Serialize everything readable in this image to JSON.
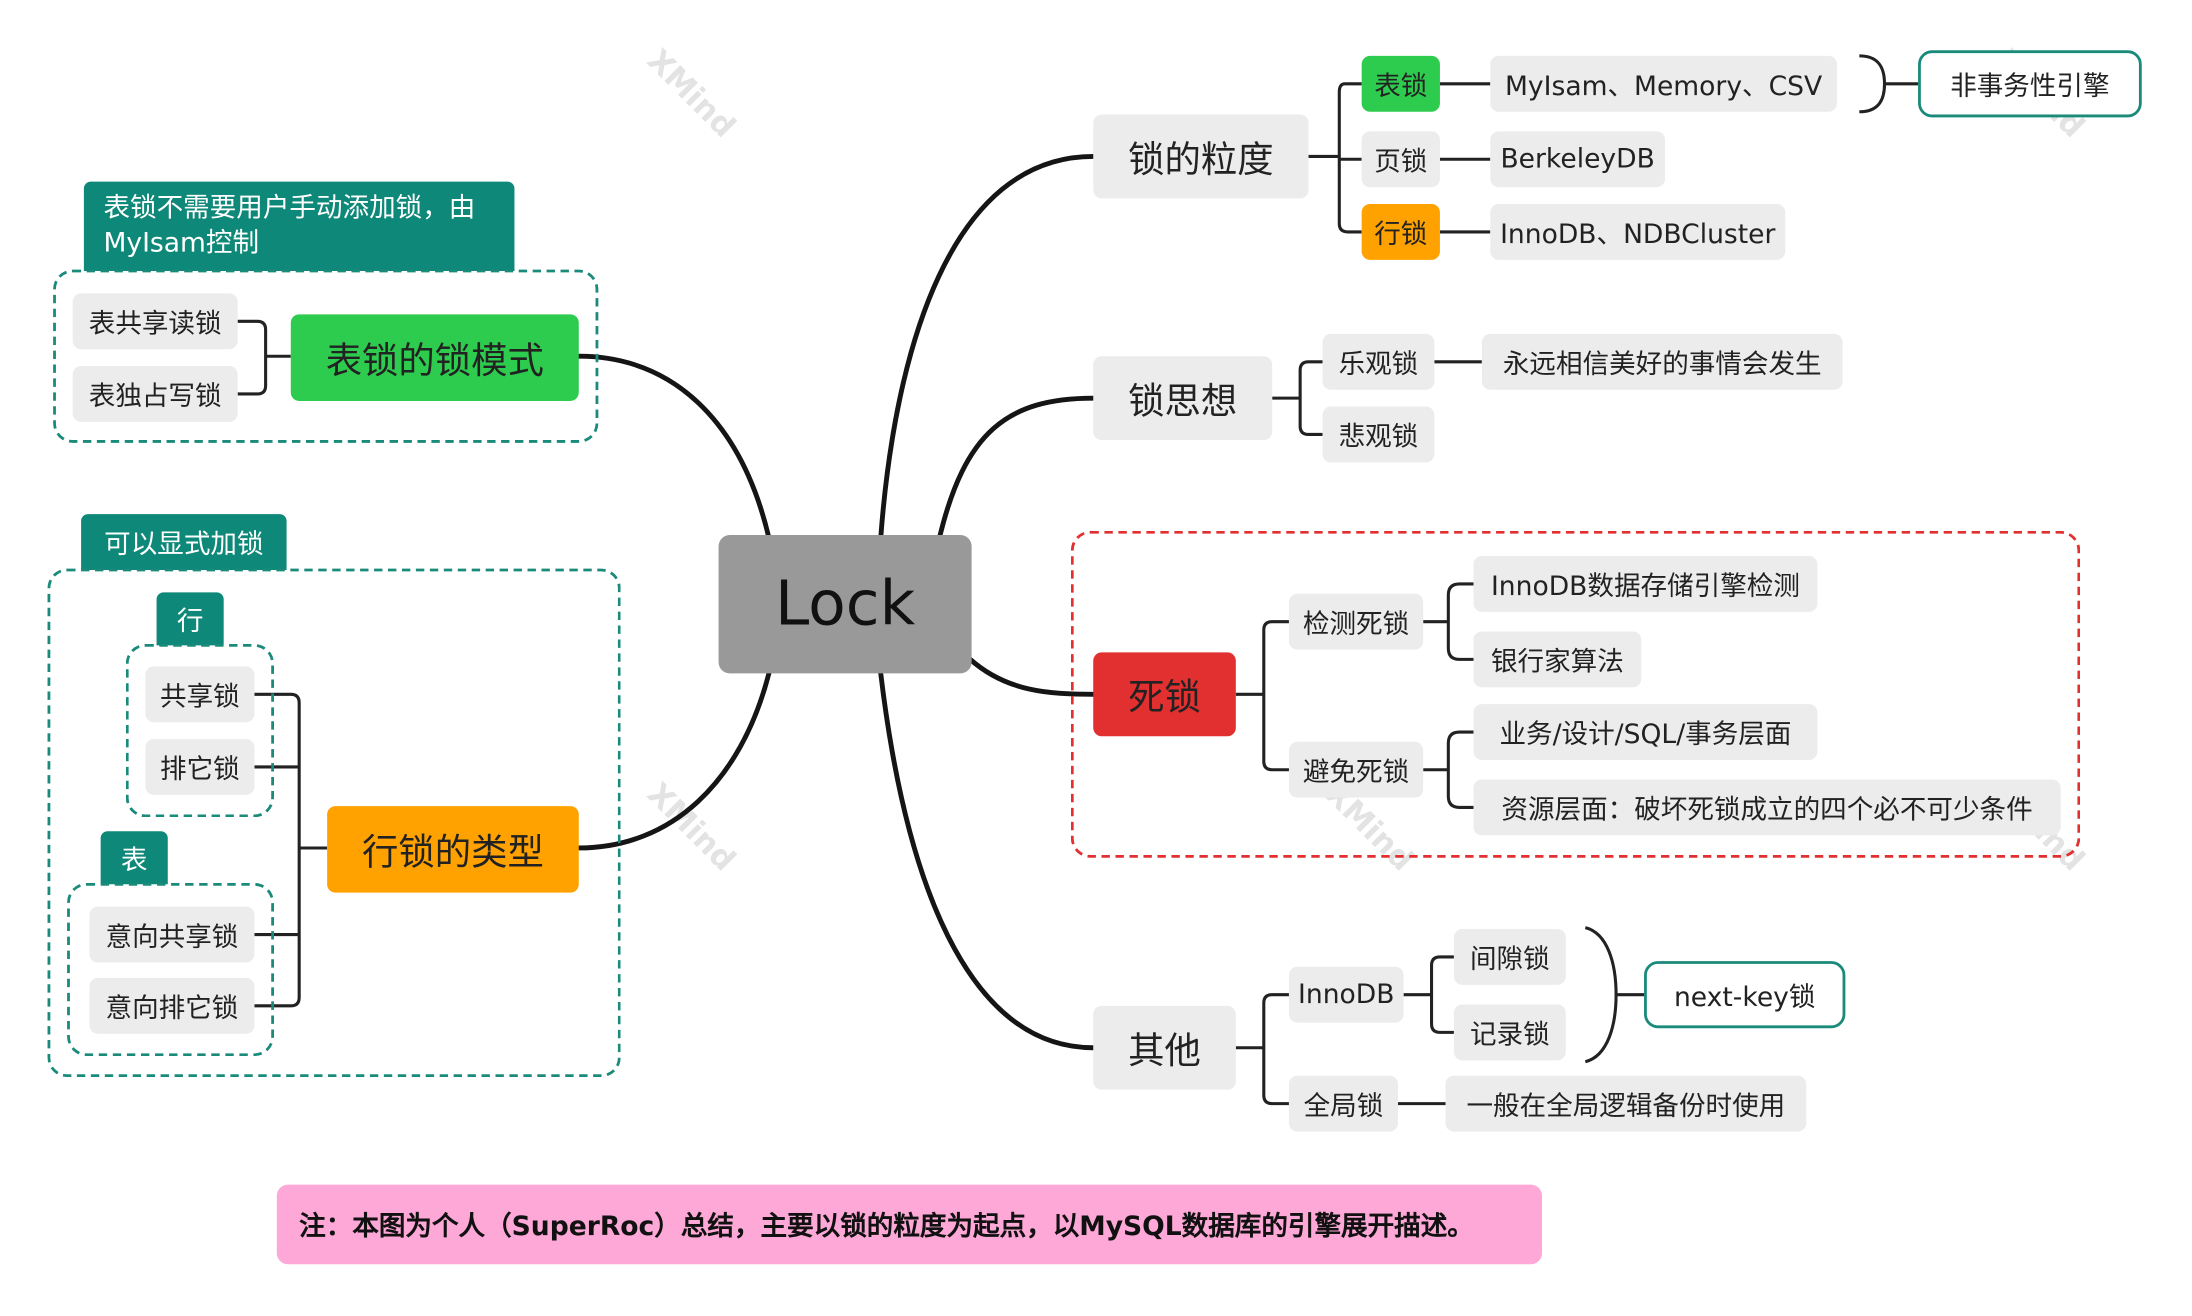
{
  "root": "Lock",
  "granularity": {
    "title": "锁的粒度",
    "table_lock": "表锁",
    "table_engines": "MyIsam、Memory、CSV",
    "non_tx_engine": "非事务性引擎",
    "page_lock": "页锁",
    "page_engines": "BerkeleyDB",
    "row_lock": "行锁",
    "row_engines": "InnoDB、NDBCluster"
  },
  "idea": {
    "title": "锁思想",
    "optimistic": "乐观锁",
    "optimistic_note": "永远相信美好的事情会发生",
    "pessimistic": "悲观锁"
  },
  "deadlock": {
    "title": "死锁",
    "detect": "检测死锁",
    "detect_1": "InnoDB数据存储引擎检测",
    "detect_2": "银行家算法",
    "avoid": "避免死锁",
    "avoid_1": "业务/设计/SQL/事务层面",
    "avoid_2": "资源层面：破坏死锁成立的四个必不可少条件"
  },
  "other": {
    "title": "其他",
    "innodb": "InnoDB",
    "gap_lock": "间隙锁",
    "record_lock": "记录锁",
    "next_key": "next-key锁",
    "global_lock": "全局锁",
    "global_note": "一般在全局逻辑备份时使用"
  },
  "table_mode": {
    "title": "表锁的锁模式",
    "note": "表锁不需要用户手动添加锁，由MyIsam控制",
    "shared_read": "表共享读锁",
    "exclusive_write": "表独占写锁"
  },
  "row_types": {
    "title": "行锁的类型",
    "note": "可以显式加锁",
    "row_tag": "行",
    "shared": "共享锁",
    "exclusive": "排它锁",
    "table_tag": "表",
    "intent_shared": "意向共享锁",
    "intent_exclusive": "意向排它锁"
  },
  "footnote": "注：本图为个人（SuperRoc）总结，主要以锁的粒度为起点，以MySQL数据库的引擎展开描述。",
  "watermark": "XMind",
  "colors": {
    "root": "#999999",
    "green": "#2ecc4e",
    "orange": "#ffa200",
    "red": "#e22f2f",
    "teal": "#0e8878",
    "pink": "#fda8d7",
    "topic_bg": "#ececec"
  }
}
